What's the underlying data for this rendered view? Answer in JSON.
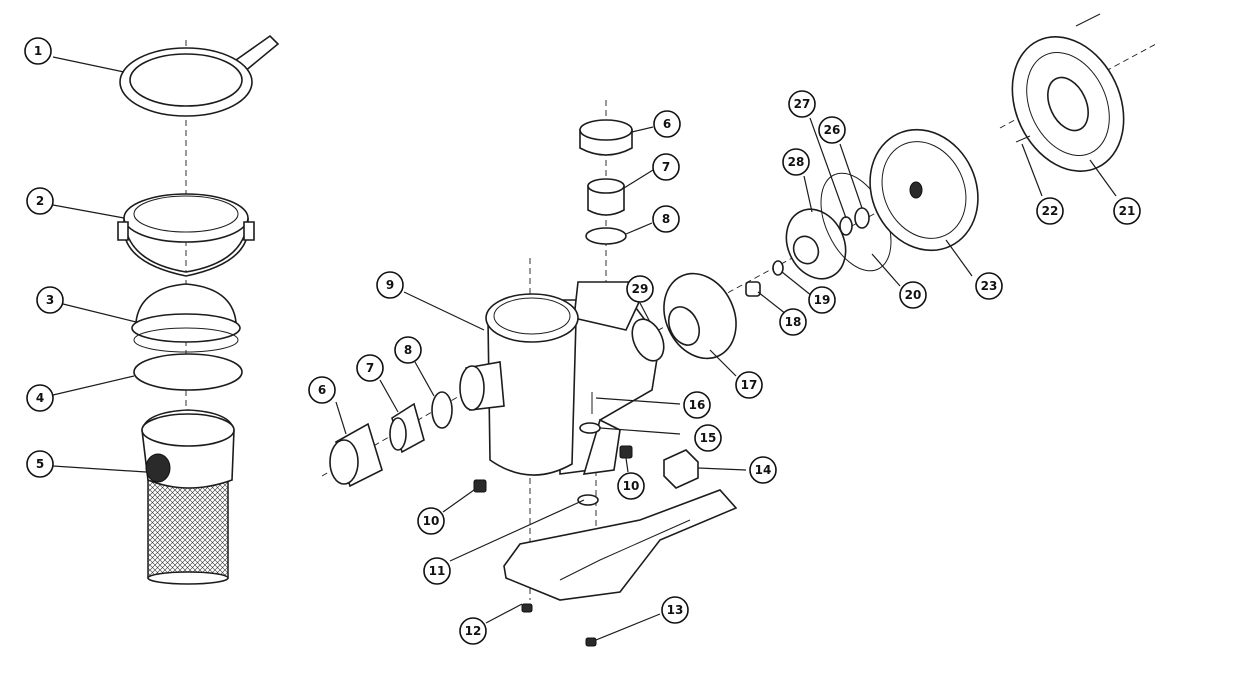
{
  "diagram": {
    "callouts": [
      {
        "id": "c1",
        "label": "1"
      },
      {
        "id": "c2",
        "label": "2"
      },
      {
        "id": "c3",
        "label": "3"
      },
      {
        "id": "c4",
        "label": "4"
      },
      {
        "id": "c5",
        "label": "5"
      },
      {
        "id": "c6a",
        "label": "6"
      },
      {
        "id": "c7a",
        "label": "7"
      },
      {
        "id": "c8a",
        "label": "8"
      },
      {
        "id": "c9",
        "label": "9"
      },
      {
        "id": "c10a",
        "label": "10"
      },
      {
        "id": "c11",
        "label": "11"
      },
      {
        "id": "c12",
        "label": "12"
      },
      {
        "id": "c13",
        "label": "13"
      },
      {
        "id": "c6b",
        "label": "6"
      },
      {
        "id": "c7b",
        "label": "7"
      },
      {
        "id": "c8b",
        "label": "8"
      },
      {
        "id": "c29",
        "label": "29"
      },
      {
        "id": "c16",
        "label": "16"
      },
      {
        "id": "c15",
        "label": "15"
      },
      {
        "id": "c10b",
        "label": "10"
      },
      {
        "id": "c14",
        "label": "14"
      },
      {
        "id": "c17",
        "label": "17"
      },
      {
        "id": "c18",
        "label": "18"
      },
      {
        "id": "c19",
        "label": "19"
      },
      {
        "id": "c28",
        "label": "28"
      },
      {
        "id": "c27",
        "label": "27"
      },
      {
        "id": "c26",
        "label": "26"
      },
      {
        "id": "c20",
        "label": "20"
      },
      {
        "id": "c23",
        "label": "23"
      },
      {
        "id": "c22",
        "label": "22"
      },
      {
        "id": "c21",
        "label": "21"
      }
    ]
  }
}
